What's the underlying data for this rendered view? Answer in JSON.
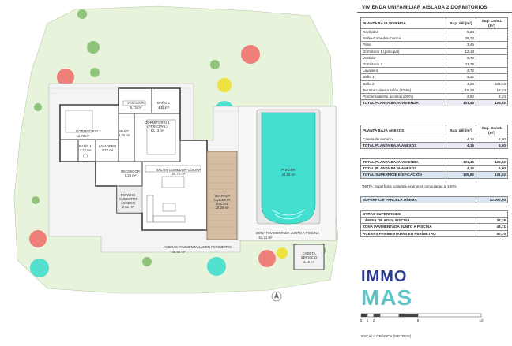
{
  "title": "VIVIENDA UNIFAMILIAR AISLADA 2 DORMITORIOS",
  "colors": {
    "lawn": "#e8f3dc",
    "pool": "#42dfd0",
    "terrace": "#d6bea4",
    "table_highlight": "#d9e6f2",
    "logo_dark": "#2d3c8c",
    "logo_light": "#5fc4c6"
  },
  "vivienda": {
    "headers": [
      "PLANTA BAJA VIVIENDA",
      "Sup. útil (m²)",
      "Sup. Const. (m²)"
    ],
    "rows": [
      [
        "Recibidor",
        "5,28",
        ""
      ],
      [
        "Salón-Comedor-Cocina",
        "29,70",
        ""
      ],
      [
        "Paso",
        "3,45",
        ""
      ],
      [
        "Dormitorio 1 (principal)",
        "12,13",
        ""
      ],
      [
        "Vestidor",
        "6,72",
        ""
      ],
      [
        "Dormitorio 2",
        "11,76",
        ""
      ],
      [
        "Lavadero",
        "2,72",
        ""
      ],
      [
        "Baño 1",
        "4,22",
        ""
      ],
      [
        "Baño 2",
        "4,28",
        "103,44"
      ],
      [
        "Terraza cubierta salón (100%)",
        "18,28",
        "19,24"
      ],
      [
        "Porche cubierto acceso (100%)",
        "2,92",
        "3,24"
      ]
    ],
    "total": [
      "TOTAL PLANTA BAJA VIVIENDA",
      "101,46",
      "125,92"
    ]
  },
  "anexos": {
    "headers": [
      "PLANTA BAJA ANEXOS",
      "Sup. útil (m²)",
      "Sup. Const. (m²)"
    ],
    "rows": [
      [
        "Caseta de servicio",
        "4,16",
        "6,00"
      ]
    ],
    "total": [
      "TOTAL PLANTA BAJA ANEXOS",
      "4,16",
      "6,00"
    ]
  },
  "totals": [
    [
      "TOTAL PLANTA BAJA VIVIENDA",
      "101,46",
      "125,92"
    ],
    [
      "TOTAL PLANTA BAJA ANEXOS",
      "4,16",
      "6,00"
    ],
    [
      "TOTAL SUPERFICIE EDIFICACIÓN",
      "105,62",
      "131,92"
    ]
  ],
  "note": "*NOTA: Superficies cubiertas exteriores computadas al 100%",
  "parcela": [
    "SUPERFICIE PARCELA MÍNIMA",
    "10.000,00"
  ],
  "otras": {
    "header": "OTRAS SUPERFICIES",
    "rows": [
      [
        "LÁMINA DE AGUA PISCINA",
        "34,26"
      ],
      [
        "ZONA PAVIMENTADA JUNTO A PISCINA",
        "48,71"
      ],
      [
        "ACERAS PAVIMENTADAS EN PERÍMETRO",
        "50,70"
      ]
    ]
  },
  "logo": {
    "line1": "IMMO",
    "line2": "MAS"
  },
  "scale": {
    "ticks": [
      "0",
      "1",
      "2",
      "5",
      "10"
    ],
    "caption": "ESCALA GRÁFICA (METROS)"
  },
  "rooms": {
    "vestidor": "VESTIDOR",
    "vestidor_area": "6,72 m²",
    "bano2": "BAÑO 2",
    "bano2_area": "4,28 m²",
    "dorm2": "DORMITORIO 2",
    "dorm2_area": "11,76 m²",
    "paso": "PASO",
    "paso_area": "3,45 m²",
    "dorm1": "DORMITORIO 1",
    "dorm1_sub": "(PRINCIPAL)",
    "dorm1_area": "12,13 m²",
    "bano1": "BAÑO 1",
    "bano1_area": "4,22 m²",
    "lavadero": "LAVADERO",
    "lavadero_area": "2,72 m²",
    "recibidor": "RECIBIDOR",
    "recibidor_area": "5,28 m²",
    "salon": "SALON-COMEDOR-COCINA",
    "salon_area": "29,70 m²",
    "porche": "PORCHE",
    "porche_l2": "CUBIERTO",
    "porche_l3": "ACCESO",
    "porche_area": "2,92 m²",
    "terraza": "TERRAZA",
    "terraza_l2": "CUBIERTA",
    "terraza_l3": "SALON",
    "terraza_area": "18,28 m²",
    "piscina": "PISCINA",
    "piscina_area": "34,26 m²",
    "zona_pav": "ZONA PAVIMENTADA JUNTO A PISCINA",
    "zona_pav_area": "53,31 m²",
    "aceras": "ACERAS PAVIMENTADAS EN PERIMETRO",
    "aceras_area": "40,60 m²",
    "caseta": "CASETA",
    "caseta_l2": "SERVICIO",
    "caseta_area": "4,16 m²"
  }
}
